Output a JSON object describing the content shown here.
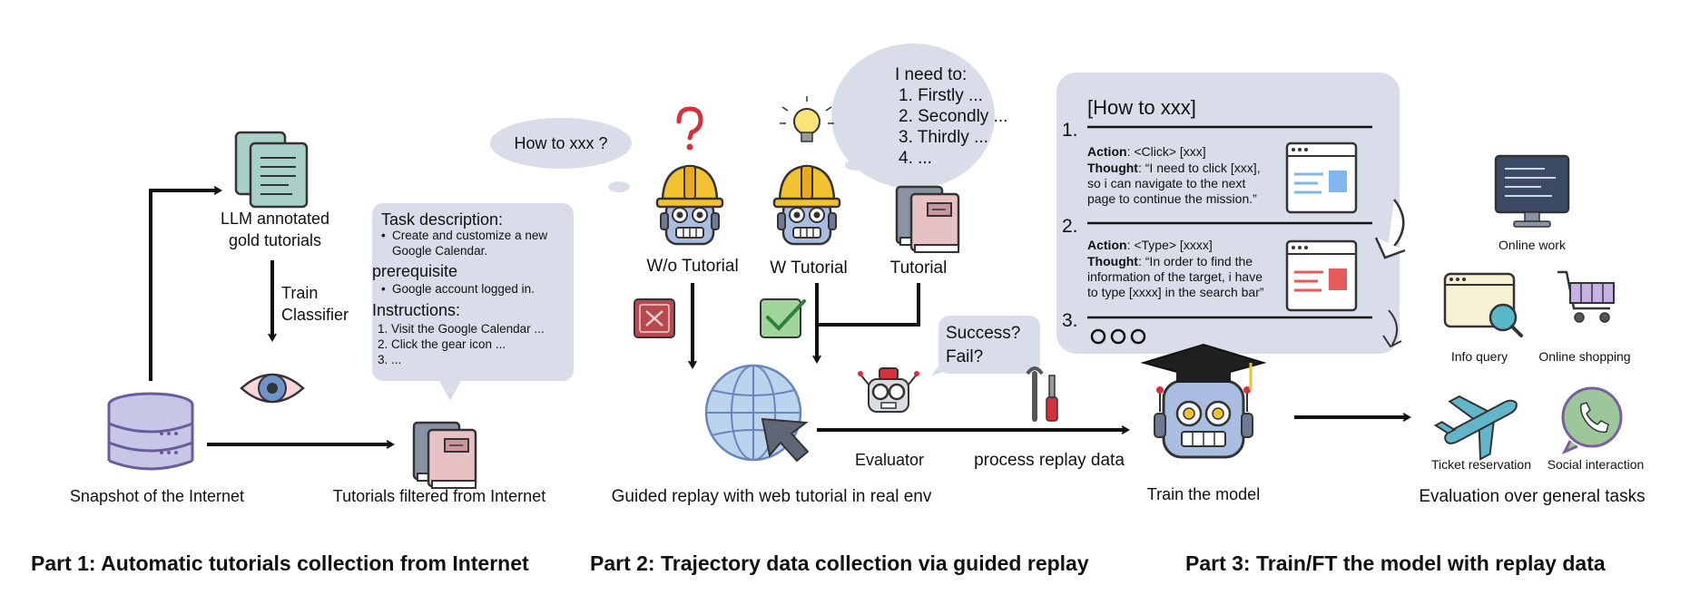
{
  "part1": {
    "title": "Part 1: Automatic tutorials collection from Internet",
    "database_label": "Snapshot of the Internet",
    "gold_label_line1": "LLM annotated",
    "gold_label_line2": "gold tutorials",
    "classifier_line1": "Train",
    "classifier_line2": "Classifier",
    "filtered_label": "Tutorials filtered from Internet",
    "task_card": {
      "heading1": "Task description:",
      "bullet1_line1": "Create and customize a new",
      "bullet1_line2": "Google Calendar.",
      "heading2": "prerequisite",
      "bullet2": "Google account logged in.",
      "heading3": "Instructions:",
      "step1": "1. Visit the Google Calendar ...",
      "step2": "2. Click the gear icon ...",
      "step3": "3. ..."
    }
  },
  "part2": {
    "title": "Part 2: Trajectory data collection via guided replay",
    "question_bubble": "How to xxx ?",
    "plan_bubble": {
      "line0": "I need to:",
      "line1": "1. Firstly ...",
      "line2": "2. Secondly ...",
      "line3": "3. Thirdly ...",
      "line4": "4. ..."
    },
    "wo_tutorial_label": "W/o Tutorial",
    "w_tutorial_label": "W Tutorial",
    "tutorial_label": "Tutorial",
    "env_label": "Guided replay with web tutorial in real env",
    "evaluator_label": "Evaluator",
    "eval_bubble_line1": "Success?",
    "eval_bubble_line2": "Fail?",
    "process_label": "process replay data"
  },
  "part3": {
    "title": "Part 3: Train/FT the model with replay data",
    "card": {
      "heading": "[How to xxx]",
      "step1_num": "1.",
      "step1_action_key": "Action",
      "step1_action_val": ": <Click> [xxx]",
      "step1_thought_key": "Thought",
      "step1_thought_line1": ": “I need to click [xxx],",
      "step1_thought_line2": "so i can navigate to the next",
      "step1_thought_line3": "page to continue the mission.”",
      "step2_num": "2.",
      "step2_action_key": "Action",
      "step2_action_val": ": <Type> [xxxx]",
      "step2_thought_key": "Thought",
      "step2_thought_line1": ": “In order to find the",
      "step2_thought_line2": "information of the target, i have",
      "step2_thought_line3": "to type [xxxx] in the search bar”",
      "step3_num": "3."
    },
    "train_label": "Train the model",
    "eval_title": "Evaluation over general tasks",
    "tasks": {
      "online_work": "Online work",
      "info_query": "Info query",
      "online_shopping": "Online shopping",
      "ticket": "Ticket reservation",
      "social": "Social interaction"
    }
  },
  "colors": {
    "bubble": "#d8dde9",
    "helmet": "#f2c230",
    "robot_face": "#a9bde0",
    "globe": "#bcd3ee",
    "book_pink": "#e7c1c4",
    "db_fill": "#c6c7e6",
    "red_box": "#b84a4f",
    "green_box": "#9fd49c",
    "accent_blue": "#7fb6ee",
    "accent_red": "#e55a5a"
  }
}
